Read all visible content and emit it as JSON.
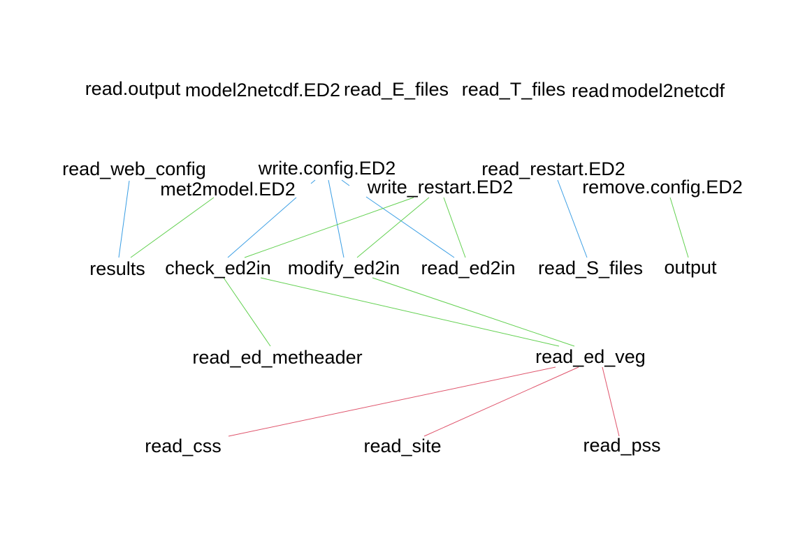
{
  "diagram": {
    "type": "dependency-graph",
    "edge_colors": {
      "blue": "#3a9ee4",
      "green": "#61d04f",
      "red": "#df536b"
    },
    "nodes": [
      {
        "id": "read.output",
        "label": "read.output"
      },
      {
        "id": "model2netcdf.ED2",
        "label": "model2netcdf.ED2"
      },
      {
        "id": "read_E_files",
        "label": "read_E_files"
      },
      {
        "id": "read_T_files",
        "label": "read_T_files"
      },
      {
        "id": "read",
        "label": "read"
      },
      {
        "id": "model2netcdf",
        "label": "model2netcdf"
      },
      {
        "id": "read_web_config",
        "label": "read_web_config"
      },
      {
        "id": "write.config.ED2",
        "label": "write.config.ED2"
      },
      {
        "id": "met2model.ED2",
        "label": "met2model.ED2"
      },
      {
        "id": "write_restart.ED2",
        "label": "write_restart.ED2"
      },
      {
        "id": "read_restart.ED2",
        "label": "read_restart.ED2"
      },
      {
        "id": "remove.config.ED2",
        "label": "remove.config.ED2"
      },
      {
        "id": "results",
        "label": "results"
      },
      {
        "id": "check_ed2in",
        "label": "check_ed2in"
      },
      {
        "id": "modify_ed2in",
        "label": "modify_ed2in"
      },
      {
        "id": "read_ed2in",
        "label": "read_ed2in"
      },
      {
        "id": "read_S_files",
        "label": "read_S_files"
      },
      {
        "id": "output",
        "label": "output"
      },
      {
        "id": "read_ed_metheader",
        "label": "read_ed_metheader"
      },
      {
        "id": "read_ed_veg",
        "label": "read_ed_veg"
      },
      {
        "id": "read_css",
        "label": "read_css"
      },
      {
        "id": "read_site",
        "label": "read_site"
      },
      {
        "id": "read_pss",
        "label": "read_pss"
      }
    ],
    "edges": [
      {
        "from": "read_web_config",
        "to": "results",
        "color": "blue"
      },
      {
        "from": "met2model.ED2",
        "to": "results",
        "color": "green"
      },
      {
        "from": "write.config.ED2",
        "to": "check_ed2in",
        "color": "blue"
      },
      {
        "from": "write.config.ED2",
        "to": "modify_ed2in",
        "color": "blue"
      },
      {
        "from": "write.config.ED2",
        "to": "read_ed2in",
        "color": "blue"
      },
      {
        "from": "write_restart.ED2",
        "to": "check_ed2in",
        "color": "green"
      },
      {
        "from": "write_restart.ED2",
        "to": "modify_ed2in",
        "color": "green"
      },
      {
        "from": "write_restart.ED2",
        "to": "read_ed2in",
        "color": "green"
      },
      {
        "from": "read_restart.ED2",
        "to": "read_S_files",
        "color": "blue"
      },
      {
        "from": "remove.config.ED2",
        "to": "output",
        "color": "green"
      },
      {
        "from": "check_ed2in",
        "to": "read_ed_metheader",
        "color": "green"
      },
      {
        "from": "check_ed2in",
        "to": "read_ed_veg",
        "color": "green"
      },
      {
        "from": "modify_ed2in",
        "to": "read_ed_veg",
        "color": "green"
      },
      {
        "from": "read_ed_veg",
        "to": "read_css",
        "color": "red"
      },
      {
        "from": "read_ed_veg",
        "to": "read_site",
        "color": "red"
      },
      {
        "from": "read_ed_veg",
        "to": "read_pss",
        "color": "red"
      }
    ]
  }
}
